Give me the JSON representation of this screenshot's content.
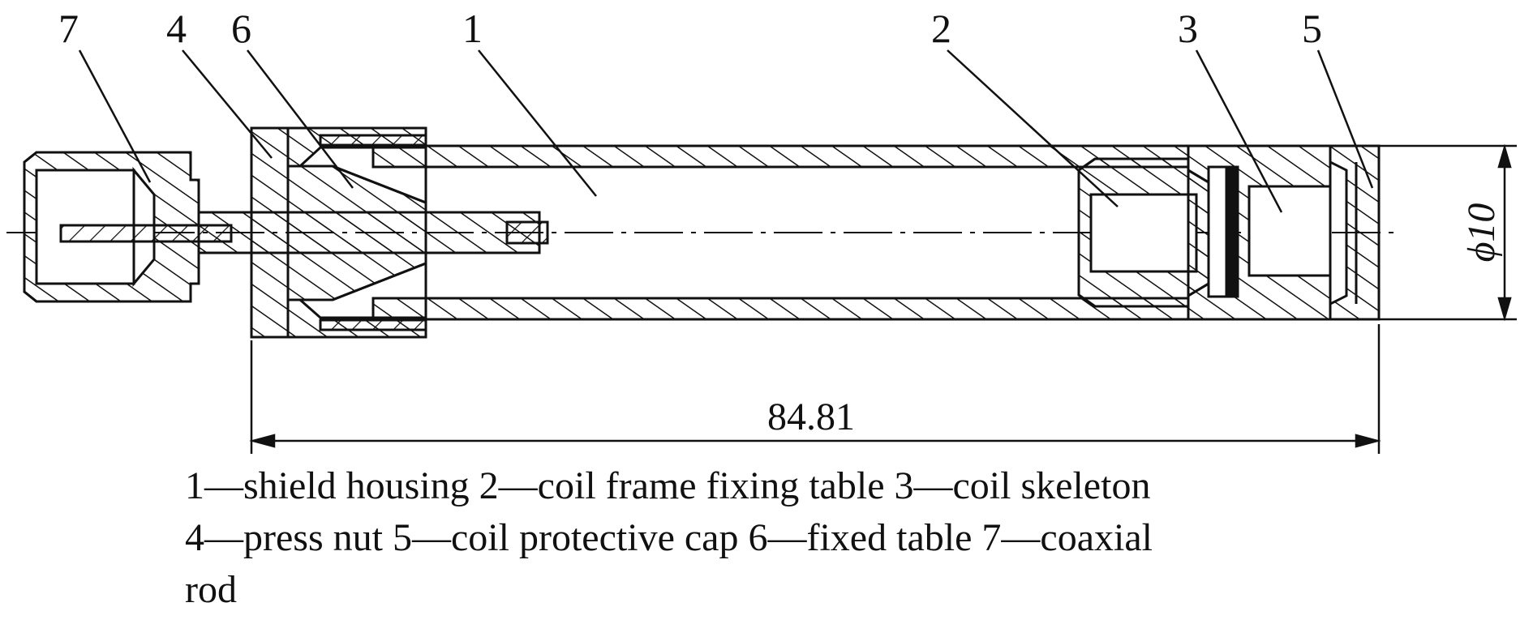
{
  "labels": {
    "part_1": "1",
    "part_2": "2",
    "part_3": "3",
    "part_4": "4",
    "part_5": "5",
    "part_6": "6",
    "part_7": "7"
  },
  "dimensions": {
    "length": "84.81",
    "diameter": "ϕ10"
  },
  "caption": {
    "line1": "1—shield housing 2—coil frame fixing table 3—coil skeleton",
    "line2": "4—press nut 5—coil protective cap 6—fixed table 7—coaxial",
    "line3": "rod"
  }
}
